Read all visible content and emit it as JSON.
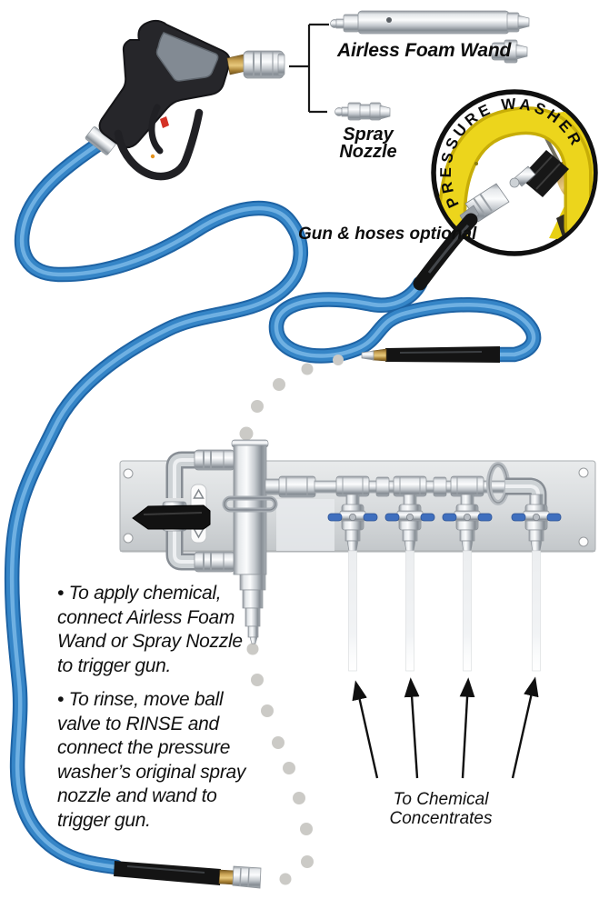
{
  "page": {
    "background": "#ffffff"
  },
  "labels": {
    "airless_foam_wand": "Airless Foam Wand",
    "spray_nozzle": [
      "Spray",
      "Nozzle"
    ],
    "gun_hoses_optional": "Gun & hoses optional",
    "pressure_washer_badge": "PRESSURE WASHER",
    "to_chemical_concentrates": [
      "To Chemical",
      "Concentrates"
    ]
  },
  "instructions": {
    "bullet1": [
      "• To apply chemical,",
      "connect Airless Foam",
      "Wand or Spray Nozzle",
      "to trigger gun."
    ],
    "bullet2": [
      "• To rinse, move ball",
      "valve to RINSE and",
      "connect the pressure",
      "washer’s original spray",
      "nozzle and wand to",
      "trigger gun."
    ]
  },
  "colors": {
    "hose_blue": "#3585c7",
    "hose_blue_dark": "#1e63a4",
    "hose_blue_light": "#6fb0e2",
    "pressure_washer_yellow": "#e8d014",
    "valve_handle_blue": "#3f6fbe",
    "dot_gray": "#cbcac6",
    "brass": "#c49a4a",
    "text": "#111111"
  }
}
